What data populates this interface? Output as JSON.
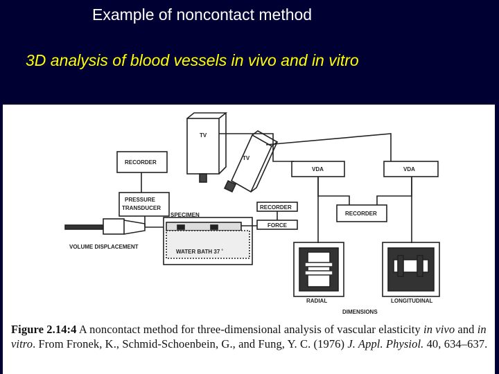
{
  "slide": {
    "title": "Example of noncontact method",
    "subtitle": "3D analysis of blood vessels in vivo and in vitro"
  },
  "diagram": {
    "labels": {
      "tv_upper": "TV",
      "tv_lower": "TV",
      "recorder_left": "RECORDER",
      "pressure_transducer_1": "PRESSURE",
      "pressure_transducer_2": "TRANSDUCER",
      "specimen": "SPECIMEN",
      "recorder_mid": "RECORDER",
      "force": "FORCE",
      "volume_displacement": "VOLUME DISPLACEMENT",
      "water_bath": "WATER BATH 37 ˚",
      "vda_left": "VDA",
      "vda_right": "VDA",
      "recorder_right": "RECORDER",
      "radial": "RADIAL",
      "longitudinal": "LONGITUDINAL",
      "dimensions": "DIMENSIONS"
    }
  },
  "caption": {
    "fig_label": "Figure 2.14:4",
    "part1": "A noncontact method for three-dimensional analysis of vascular elasticity ",
    "in_vivo": "in vivo",
    "and": " and ",
    "in_vitro": "in vitro",
    "part2": ". From Fronek, K., Schmid-Schoenbein, G., and Fung, Y. C. (1976) ",
    "journal": "J. Appl. Physiol.",
    "part3": " 40, 634–637."
  }
}
